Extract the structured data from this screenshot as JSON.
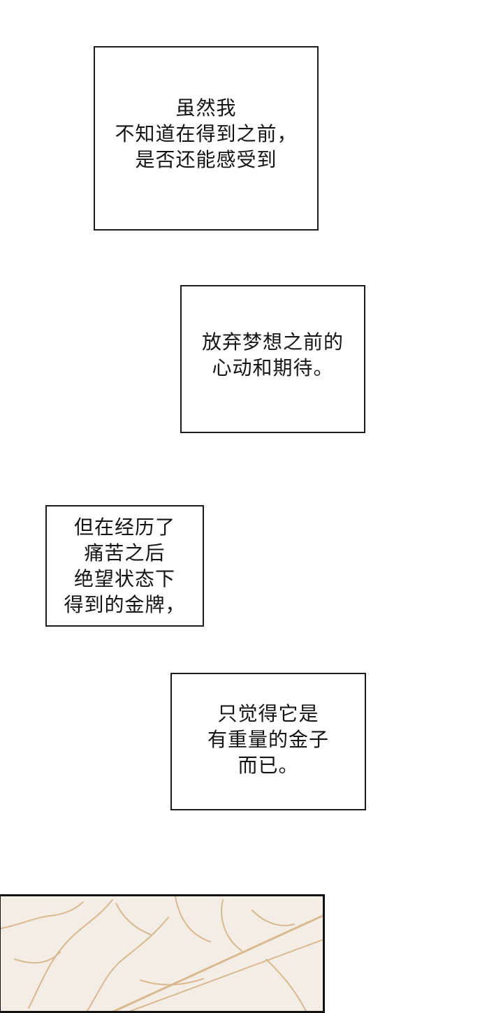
{
  "captions": [
    {
      "id": "caption-1",
      "lines": [
        "虽然我",
        "不知道在得到之前，",
        "是否还能感受到"
      ]
    },
    {
      "id": "caption-2",
      "lines": [
        "放弃梦想之前的",
        "心动和期待。"
      ]
    },
    {
      "id": "caption-3",
      "lines": [
        "但在经历了",
        "痛苦之后",
        "绝望状态下",
        "得到的金牌，"
      ]
    },
    {
      "id": "caption-4",
      "lines": [
        "只觉得它是",
        "有重量的金子",
        "而已。"
      ]
    }
  ],
  "colors": {
    "page_background": "#ffffff",
    "box_border": "#1c1c1c",
    "text": "#141414",
    "artwork_background": "#f3ede6",
    "artwork_lines": "#d9b98f"
  }
}
